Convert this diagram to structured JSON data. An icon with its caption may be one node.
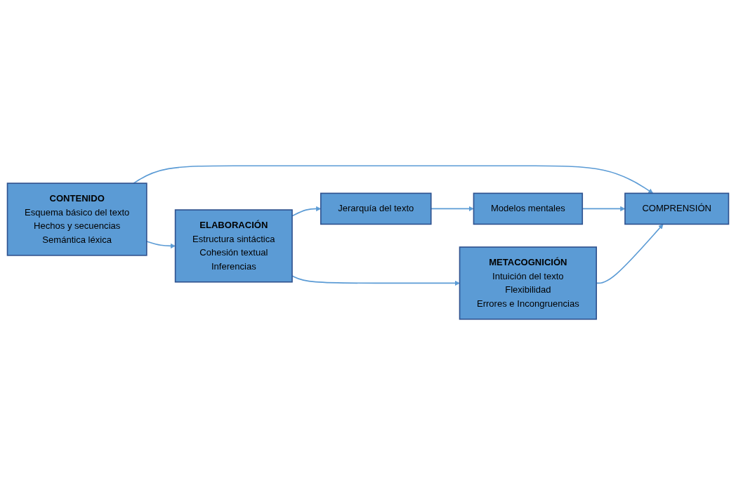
{
  "diagram": {
    "nodes": [
      {
        "text": [
          "CONTENIDO",
          "Esquema básico del texto",
          "Hechos y secuencias",
          "Semántica léxica"
        ]
      },
      {
        "text": [
          "ELABORACIÓN",
          "Estructura sintáctica",
          "Cohesión textual",
          "Inferencias"
        ]
      },
      {
        "text": [
          "METACOGNICIÓN",
          "Intuición del texto",
          "Flexibilidad",
          "Errores e Incongruencias"
        ]
      },
      {
        "text": [
          "Jerarquía del texto"
        ]
      },
      {
        "text": [
          "Modelos mentales"
        ]
      },
      {
        "text": [
          "COMPRENSIÓN"
        ]
      }
    ],
    "edges": [
      {
        "from": 0,
        "to": 5,
        "arrow": "to"
      },
      {
        "from": 0,
        "to": 1,
        "arrow": "to"
      },
      {
        "from": 1,
        "to": 2,
        "arrow": "to"
      },
      {
        "from": 1,
        "to": 3,
        "arrow": "to"
      },
      {
        "from": 3,
        "to": 4,
        "arrow": "to"
      },
      {
        "from": 4,
        "to": 5,
        "arrow": "to"
      },
      {
        "from": 2,
        "to": 5,
        "arrow": "to"
      }
    ]
  }
}
